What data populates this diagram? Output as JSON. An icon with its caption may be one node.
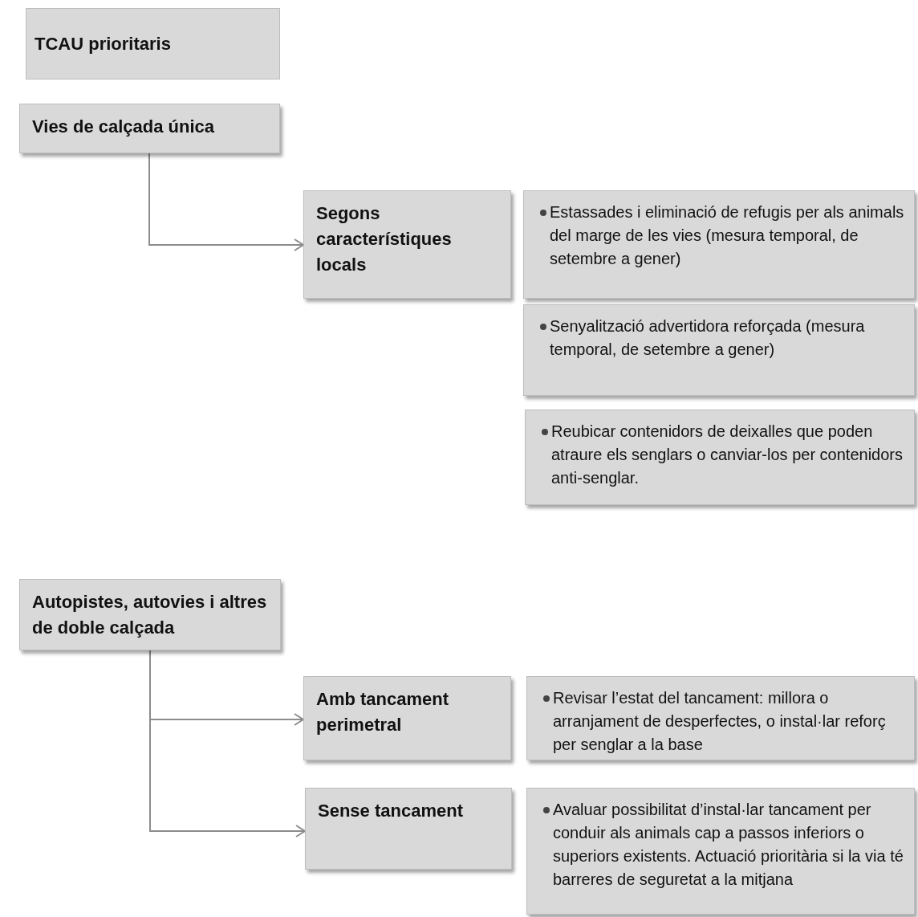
{
  "diagram": {
    "nodes": [
      {
        "text": [
          "TCAU prioritaris"
        ]
      },
      {
        "text": [
          "Vies de calçada única"
        ]
      },
      {
        "text": [
          "Segons característiques locals"
        ]
      },
      {
        "text": [
          "Estassades i eliminació de refugis per als animals del marge de les vies (mesura temporal, de setembre a gener)"
        ]
      },
      {
        "text": [
          "Senyalització advertidora reforçada (mesura temporal, de setembre a gener)"
        ]
      },
      {
        "text": [
          "Reubicar contenidors de deixalles que poden atraure els senglars o canviar-los per contenidors anti-senglar."
        ]
      },
      {
        "text": [
          "Autopistes, autovies i altres de doble calçada"
        ]
      },
      {
        "text": [
          "Amb tancament perimetral"
        ]
      },
      {
        "text": [
          "Revisar l’estat del tancament: millora o arranjament de desperfectes, o instal·lar reforç per senglar a la base"
        ]
      },
      {
        "text": [
          "Sense tancament"
        ]
      },
      {
        "text": [
          "Avaluar possibilitat d’instal·lar tancament per conduir als animals cap a passos inferiors o superiors existents. Actuació prioritària si la via té barreres de seguretat a la mitjana"
        ]
      }
    ],
    "edges": [
      {
        "from": 1,
        "to": 2,
        "arrow": "to"
      },
      {
        "from": 6,
        "to": 7,
        "arrow": "to"
      },
      {
        "from": 6,
        "to": 9,
        "arrow": "to"
      }
    ]
  }
}
